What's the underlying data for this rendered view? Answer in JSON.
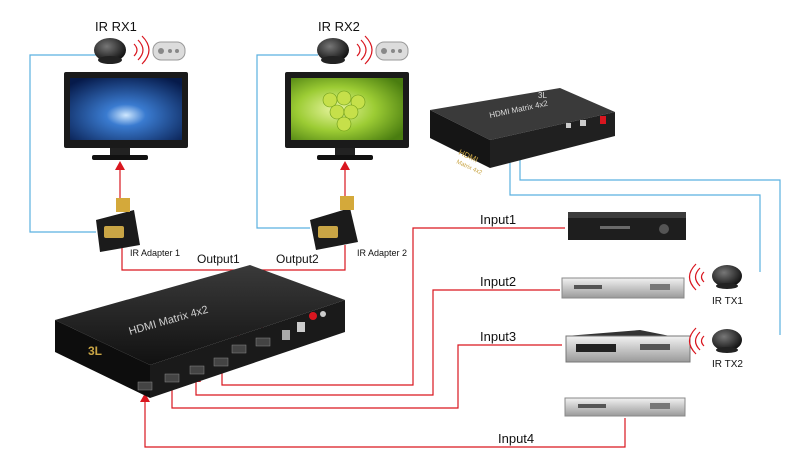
{
  "labels": {
    "ir_rx1": "IR RX1",
    "ir_rx2": "IR RX2",
    "ir_adapter_1": "IR  Adapter 1",
    "ir_adapter_2": "IR  Adapter 2",
    "output1": "Output1",
    "output2": "Output2",
    "input1": "Input1",
    "input2": "Input2",
    "input3": "Input3",
    "input4": "Input4",
    "ir_tx1": "IR TX1",
    "ir_tx2": "IR TX2"
  },
  "device_text": {
    "matrix_top": "HDMI Matrix 4x2",
    "matrix_small": "HDMI Matrix 4x2",
    "matrix_small_front_1": "HDMI",
    "matrix_small_front_2": "Matrix 4x2",
    "main_brand": "3L",
    "small_brand": "3L"
  },
  "colors": {
    "signal_red": "#d9161f",
    "ir_blue": "#5ab0e0",
    "device_dark": "#222222"
  }
}
